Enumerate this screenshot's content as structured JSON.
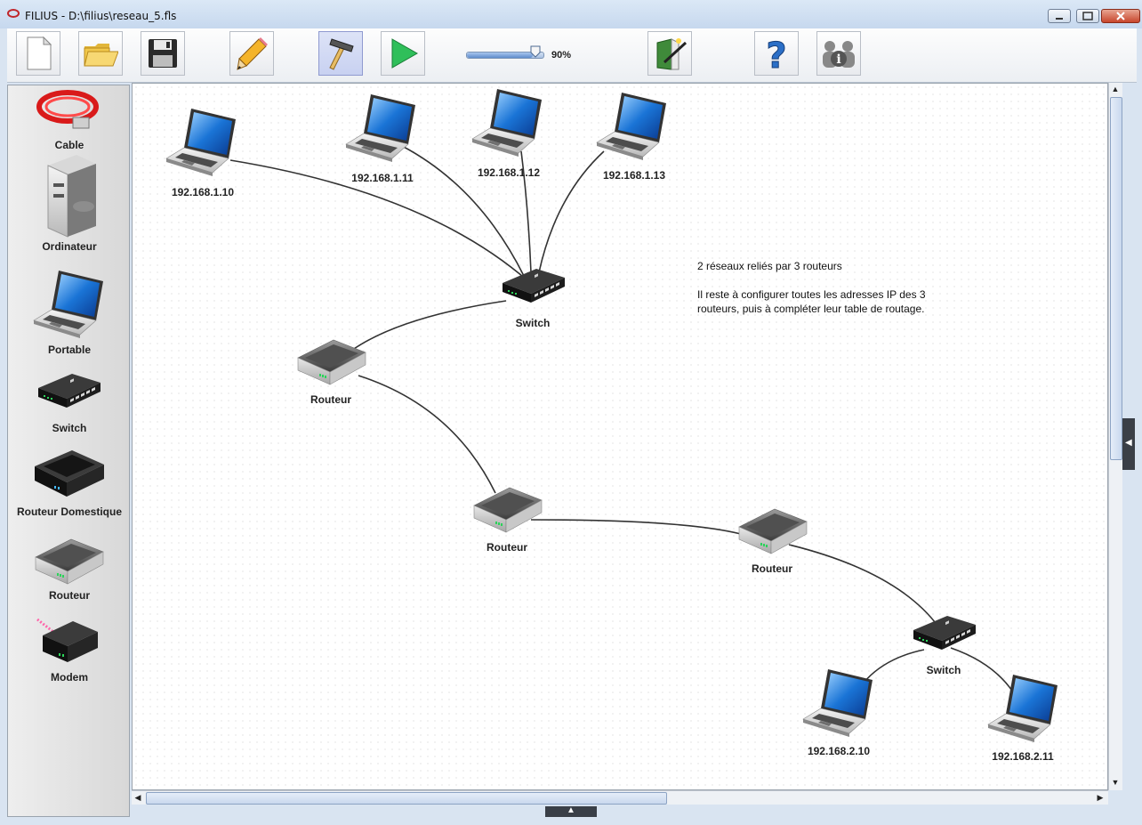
{
  "window": {
    "app_name": "FILIUS",
    "title": "FILIUS - D:\\filius\\reseau_5.fls"
  },
  "toolbar": {
    "zoom_label": "90%",
    "zoom_value": 0.9,
    "buttons": [
      "new",
      "open",
      "save",
      "design-mode",
      "build-mode",
      "simulation-mode",
      "wizard",
      "help",
      "about"
    ]
  },
  "palette": {
    "items": [
      {
        "label": "Cable",
        "icon": "cable-icon"
      },
      {
        "label": "Ordinateur",
        "icon": "computer-icon"
      },
      {
        "label": "Portable",
        "icon": "laptop-icon"
      },
      {
        "label": "Switch",
        "icon": "switch-icon"
      },
      {
        "label": "Routeur Domestique",
        "icon": "home-router-icon"
      },
      {
        "label": "Routeur",
        "icon": "router-icon"
      },
      {
        "label": "Modem",
        "icon": "modem-icon"
      }
    ]
  },
  "network": {
    "nodes": [
      {
        "id": "pc1",
        "type": "laptop",
        "label": "192.168.1.10"
      },
      {
        "id": "pc2",
        "type": "laptop",
        "label": "192.168.1.11"
      },
      {
        "id": "pc3",
        "type": "laptop",
        "label": "192.168.1.12"
      },
      {
        "id": "pc4",
        "type": "laptop",
        "label": "192.168.1.13"
      },
      {
        "id": "sw1",
        "type": "switch",
        "label": "Switch"
      },
      {
        "id": "r1",
        "type": "router",
        "label": "Routeur"
      },
      {
        "id": "r2",
        "type": "router",
        "label": "Routeur"
      },
      {
        "id": "r3",
        "type": "router",
        "label": "Routeur"
      },
      {
        "id": "sw2",
        "type": "switch",
        "label": "Switch"
      },
      {
        "id": "pc5",
        "type": "laptop",
        "label": "192.168.2.10"
      },
      {
        "id": "pc6",
        "type": "laptop",
        "label": "192.168.2.11"
      }
    ],
    "links": [
      [
        "pc1",
        "sw1"
      ],
      [
        "pc2",
        "sw1"
      ],
      [
        "pc3",
        "sw1"
      ],
      [
        "pc4",
        "sw1"
      ],
      [
        "sw1",
        "r1"
      ],
      [
        "r1",
        "r2"
      ],
      [
        "r2",
        "r3"
      ],
      [
        "r3",
        "sw2"
      ],
      [
        "sw2",
        "pc5"
      ],
      [
        "sw2",
        "pc6"
      ]
    ]
  },
  "note": {
    "line1": "2 réseaux reliés par 3 routeurs",
    "line2": "Il reste à configurer toutes les adresses IP des 3",
    "line3": "routeurs, puis à compléter leur table de routage."
  }
}
